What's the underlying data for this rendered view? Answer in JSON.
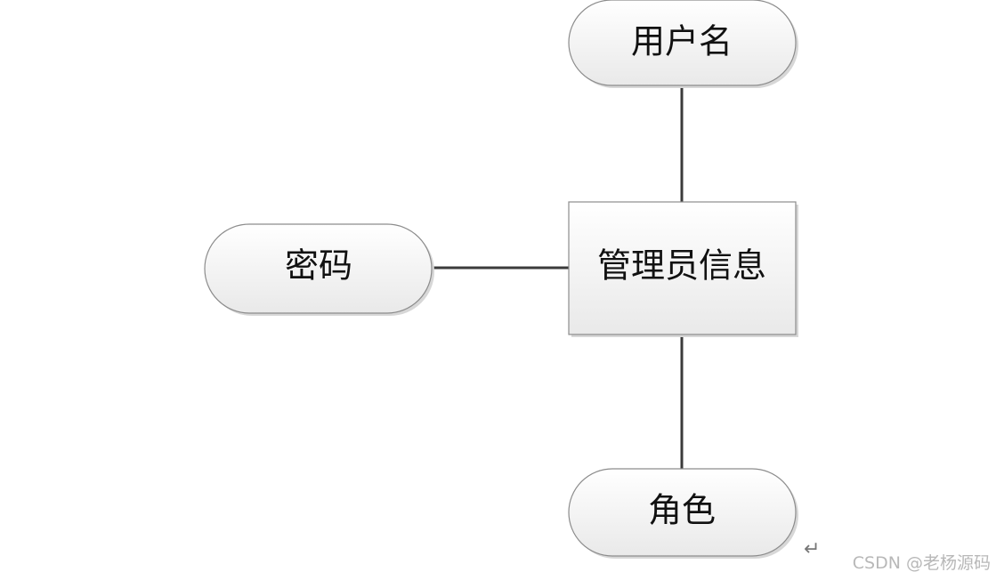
{
  "diagram": {
    "center_entity": "管理员信息",
    "attributes": {
      "top": "用户名",
      "left": "密码",
      "bottom": "角色"
    }
  },
  "footer": {
    "return_symbol": "↵",
    "watermark": "CSDN @老杨源码"
  },
  "colors": {
    "line": "#3b3b3b",
    "shape_border": "#8c8c8c",
    "shape_fill_top": "#ffffff",
    "shape_fill_bottom": "#e8e8e8",
    "shadow": "#d0d0d0",
    "text": "#111111"
  }
}
